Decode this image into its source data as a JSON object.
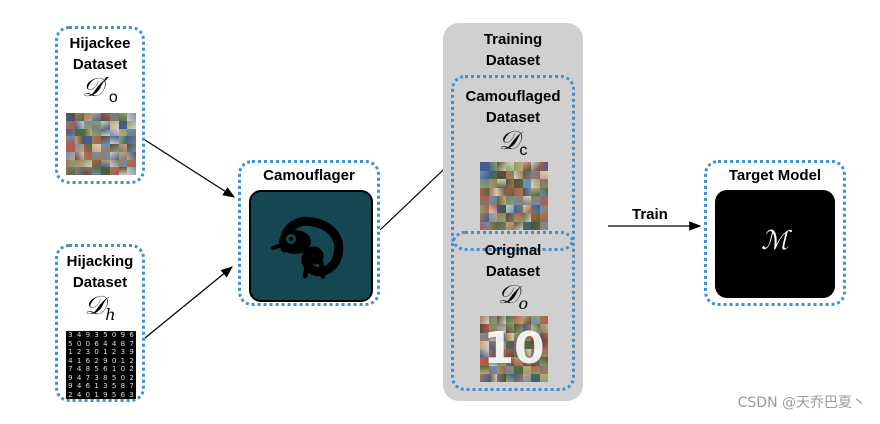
{
  "hijackee": {
    "title": "Hijackee\nDataset",
    "symbol": "𝒟′",
    "sub": "o"
  },
  "hijacking": {
    "title": "Hijacking\nDataset",
    "symbol": "𝒟",
    "sub": "h"
  },
  "camouflager": {
    "title": "Camouflager",
    "icon": "chameleon-icon"
  },
  "training": {
    "title": "Training\nDataset"
  },
  "camouflaged": {
    "title": "Camouflaged\nDataset",
    "symbol": "𝒟",
    "sub": "c"
  },
  "original": {
    "title": "Original\nDataset",
    "symbol": "𝒟",
    "sub": "o",
    "overlay": "10"
  },
  "train_label": "Train",
  "target": {
    "title": "Target Model",
    "symbol": "ℳ"
  },
  "watermark": "CSDN @天乔巴夏丶",
  "colors": {
    "dotted_border": "#3d8fd6",
    "camouflager_fill": "#144752",
    "training_bg": "#d0d0d0",
    "target_fill": "#000000"
  }
}
